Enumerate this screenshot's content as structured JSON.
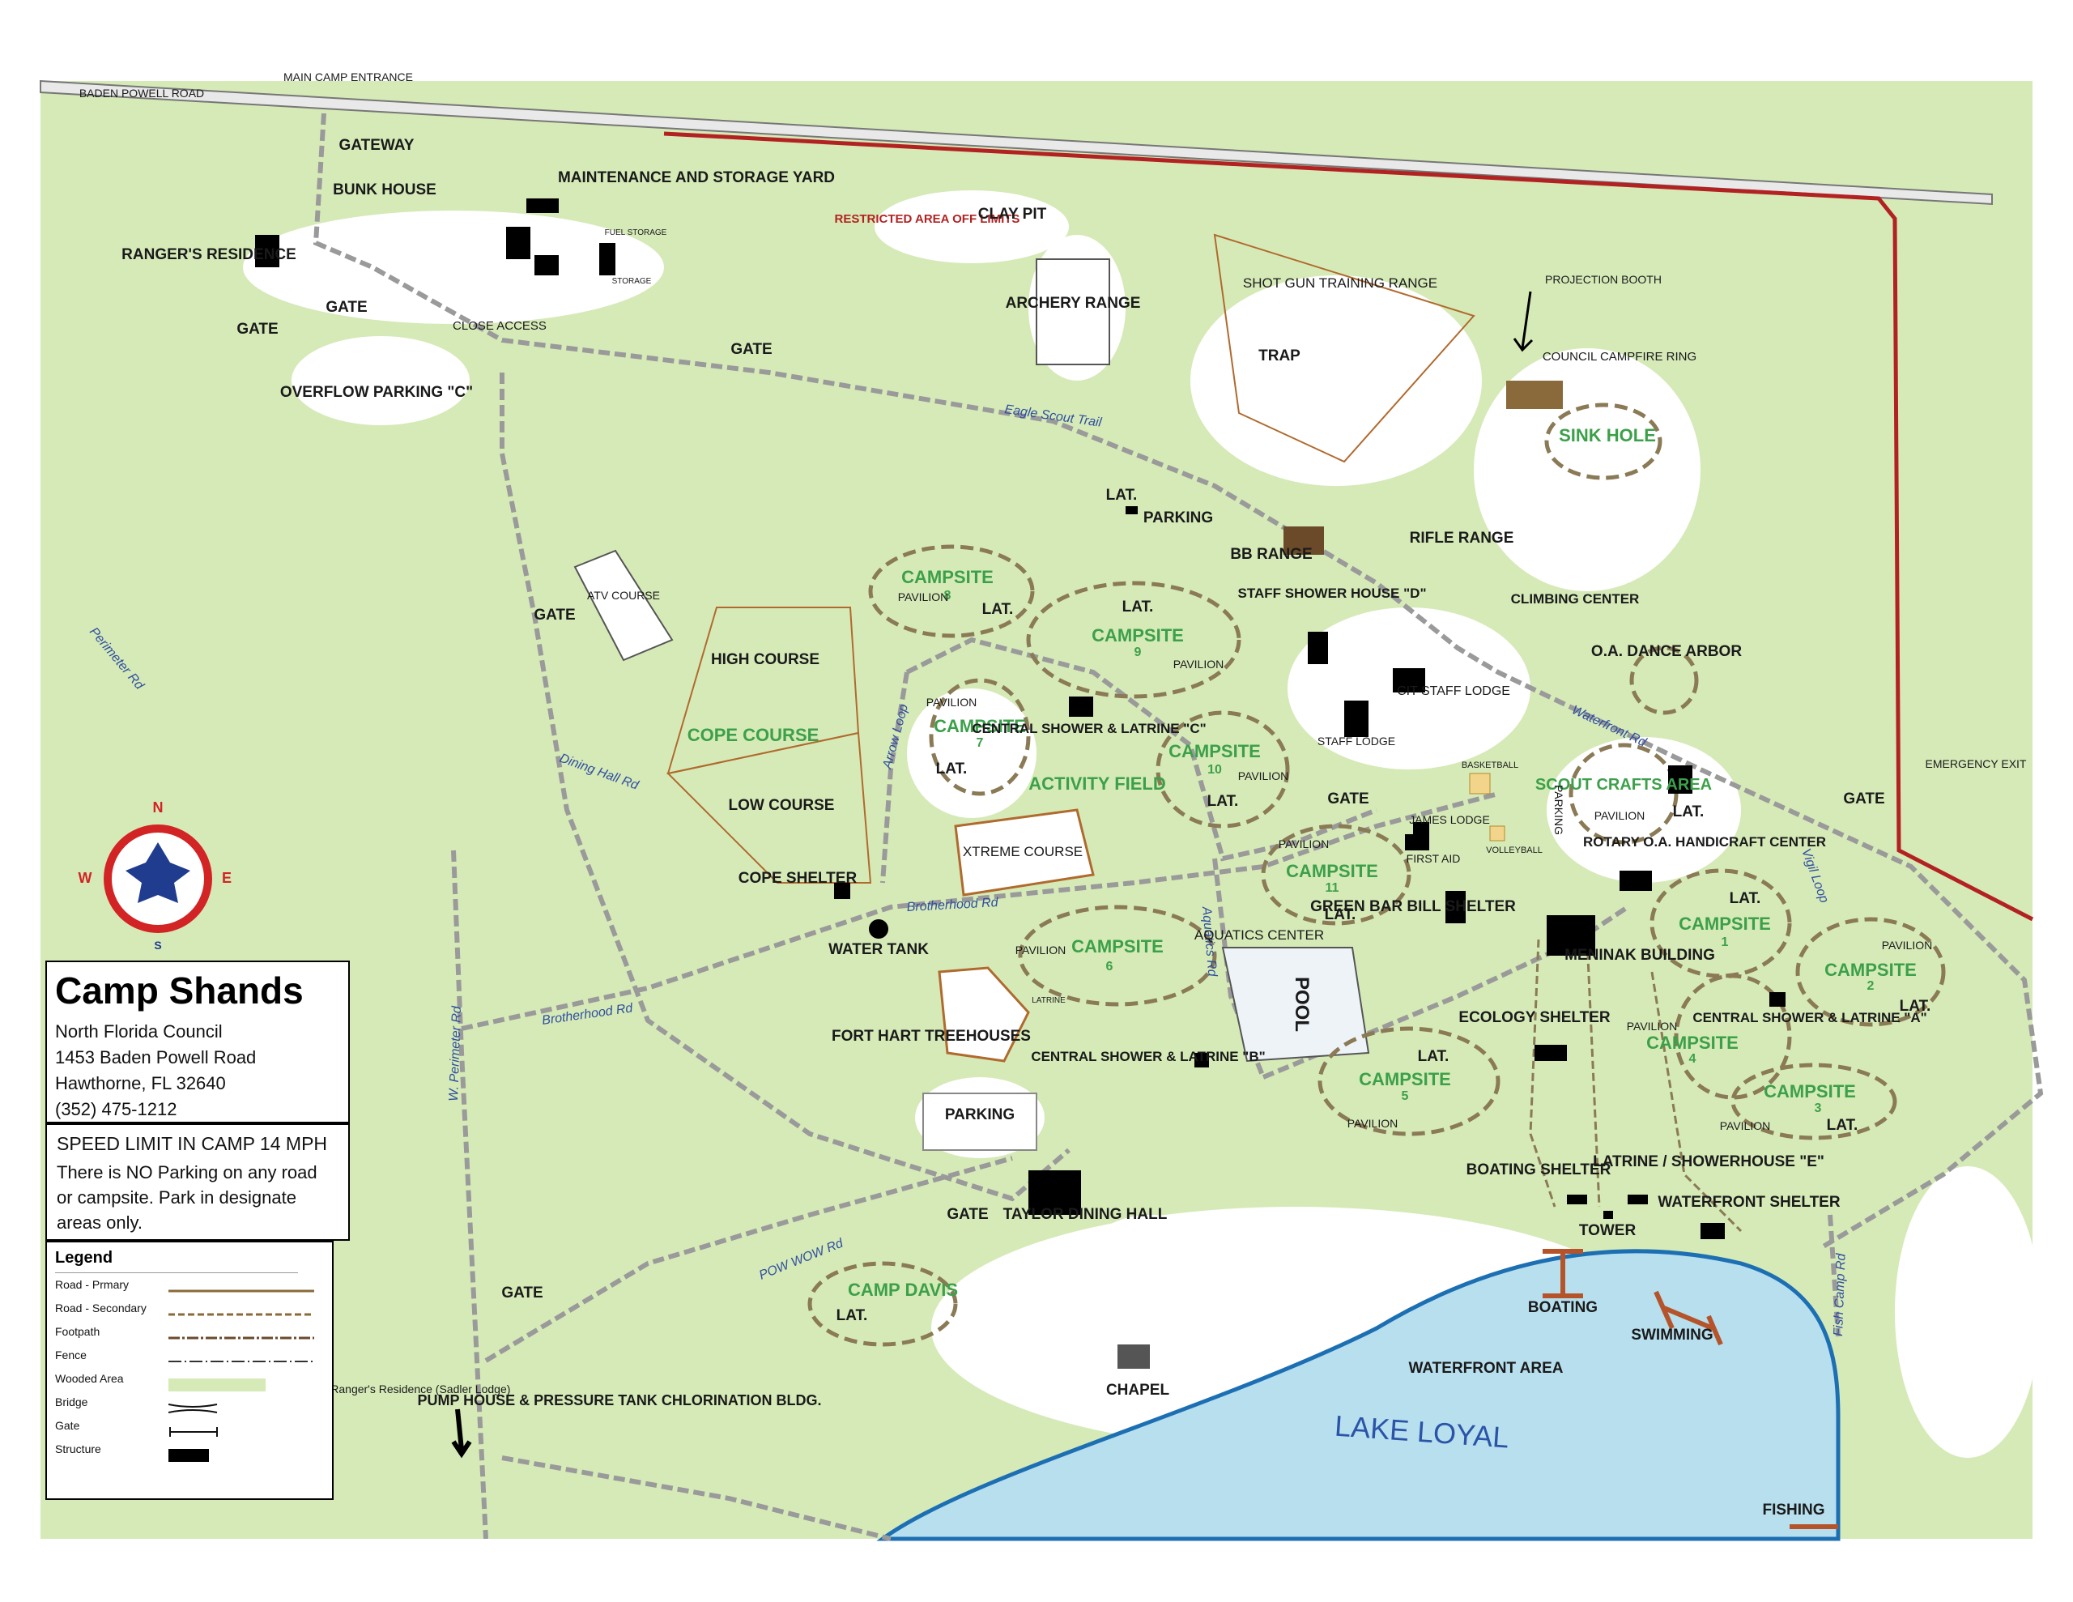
{
  "map": {
    "labels": {
      "baden_powell_road": "BADEN POWELL ROAD",
      "main_camp_entrance": "MAIN CAMP ENTRANCE",
      "gateway": "GATEWAY",
      "bunk_house": "BUNK HOUSE",
      "maintenance": "MAINTENANCE AND STORAGE YARD",
      "rangers_residence": "RANGER'S RESIDENCE",
      "fuel_storage": "FUEL STORAGE",
      "storage": "STORAGE",
      "restricted_area": "RESTRICTED AREA OFF LIMITS",
      "clay_pit": "CLAY PIT",
      "archery_range": "ARCHERY RANGE",
      "shot_gun_range": "SHOT GUN TRAINING RANGE",
      "trap": "TRAP",
      "projection_booth": "PROJECTION BOOTH",
      "council_campfire_ring": "COUNCIL CAMPFIRE RING",
      "sink_hole": "SINK HOLE",
      "gate": "GATE",
      "close_access": "CLOSE ACCESS",
      "overflow_parking": "OVERFLOW PARKING \"C\"",
      "lat": "LAT.",
      "parking": "PARKING",
      "bb_range": "BB RANGE",
      "rifle_range": "RIFLE RANGE",
      "atv_course": "ATV COURSE",
      "campsite": "CAMPSITE",
      "pavilion": "PAVILION",
      "staff_shower_house": "STAFF SHOWER HOUSE \"D\"",
      "climbing_center": "CLIMBING CENTER",
      "oa_dance_arbor": "O.A. DANCE ARBOR",
      "high_course": "HIGH COURSE",
      "cope_course": "COPE COURSE",
      "low_course": "LOW COURSE",
      "central_shower_c": "CENTRAL SHOWER & LATRINE \"C\"",
      "activity_field": "ACTIVITY FIELD",
      "cit_staff_lodge": "CIT STAFF LODGE",
      "staff_lodge": "STAFF LODGE",
      "basketball": "BASKETBALL",
      "scout_crafts_area": "SCOUT CRAFTS AREA",
      "emergency_exit": "EMERGENCY EXIT",
      "xtreme_course": "XTREME COURSE",
      "cope_shelter": "COPE SHELTER",
      "james_lodge": "JAMES LODGE",
      "volleyball": "VOLLEYBALL",
      "first_aid": "FIRST AID",
      "rotary_oa": "ROTARY O.A. HANDICRAFT CENTER",
      "water_tank": "WATER TANK",
      "aquatics_center": "AQUATICS CENTER",
      "green_bar_bill": "GREEN BAR BILL SHELTER",
      "meninak_building": "MENINAK BUILDING",
      "fort_hart": "FORT HART TREEHOUSES",
      "latrine": "LATRINE",
      "pool": "POOL",
      "central_shower_b": "CENTRAL SHOWER & LATRINE \"B\"",
      "ecology_shelter": "ECOLOGY SHELTER",
      "central_shower_a": "CENTRAL SHOWER & LATRINE \"A\"",
      "latrine_showerhouse_e": "LATRINE / SHOWERHOUSE \"E\"",
      "boating_shelter": "BOATING SHELTER",
      "waterfront_shelter": "WATERFRONT SHELTER",
      "tower": "TOWER",
      "taylor_dining_hall": "TAYLOR DINING HALL",
      "camp_davis": "CAMP DAVIS",
      "boating": "BOATING",
      "swimming": "SWIMMING",
      "waterfront_area": "WATERFRONT AREA",
      "chapel": "CHAPEL",
      "lake_loyal": "LAKE LOYAL",
      "fishing": "FISHING",
      "pump_house": "PUMP HOUSE & PRESSURE TANK CHLORINATION BLDG.",
      "to_rangers_residence": "To Ranger's Residence (Sadler Lodge)"
    },
    "campsite_numbers": [
      "1",
      "2",
      "3",
      "4",
      "5",
      "6",
      "7",
      "8",
      "9",
      "10",
      "11"
    ],
    "roads": {
      "eagle_scout_trail": "Eagle Scout Trail",
      "perimeter_rd": "Perimeter Rd",
      "dining_hall_rd": "Dining Hall Rd",
      "brotherhood_rd": "Brotherhood Rd",
      "arrow_loop": "Arrow Loop",
      "aquatics_rd": "Aquatics Rd",
      "waterfront_rd": "Waterfront Rd",
      "pow_wow_rd": "POW WOW Rd",
      "w_perimeter_rd": "W. Perimeter Rd",
      "vigil_loop": "Vigil Loop",
      "fish_camp_rd": "Fish Camp Rd"
    },
    "compass": {
      "n": "N",
      "s": "S",
      "e": "E",
      "w": "W"
    },
    "colors": {
      "wooded": "#d6eab8",
      "open": "#ffffff",
      "lake": "#b7dfee",
      "lake_edge": "#1d6fb3",
      "campsite": "#3ca04a",
      "campsite_ring": "#8a7a55",
      "road": "#9a9a9a",
      "fence": "#b22222",
      "course": "#b06a2e"
    }
  },
  "info": {
    "title": "Camp Shands",
    "council": "North Florida Council",
    "address1": "1453 Baden Powell Road",
    "address2": "Hawthorne, FL 32640",
    "phone": "(352) 475-1212"
  },
  "notice": {
    "speed": "SPEED LIMIT IN CAMP 14 MPH",
    "line1": "There is NO Parking on any  road",
    "line2": "or campsite. Park in designate",
    "line3": "areas only."
  },
  "legend": {
    "title": "Legend",
    "items": [
      "Road - Prmary",
      "Road - Secondary",
      "Footpath",
      "Fence",
      "Wooded Area",
      "Bridge",
      "Gate",
      "Structure"
    ]
  }
}
